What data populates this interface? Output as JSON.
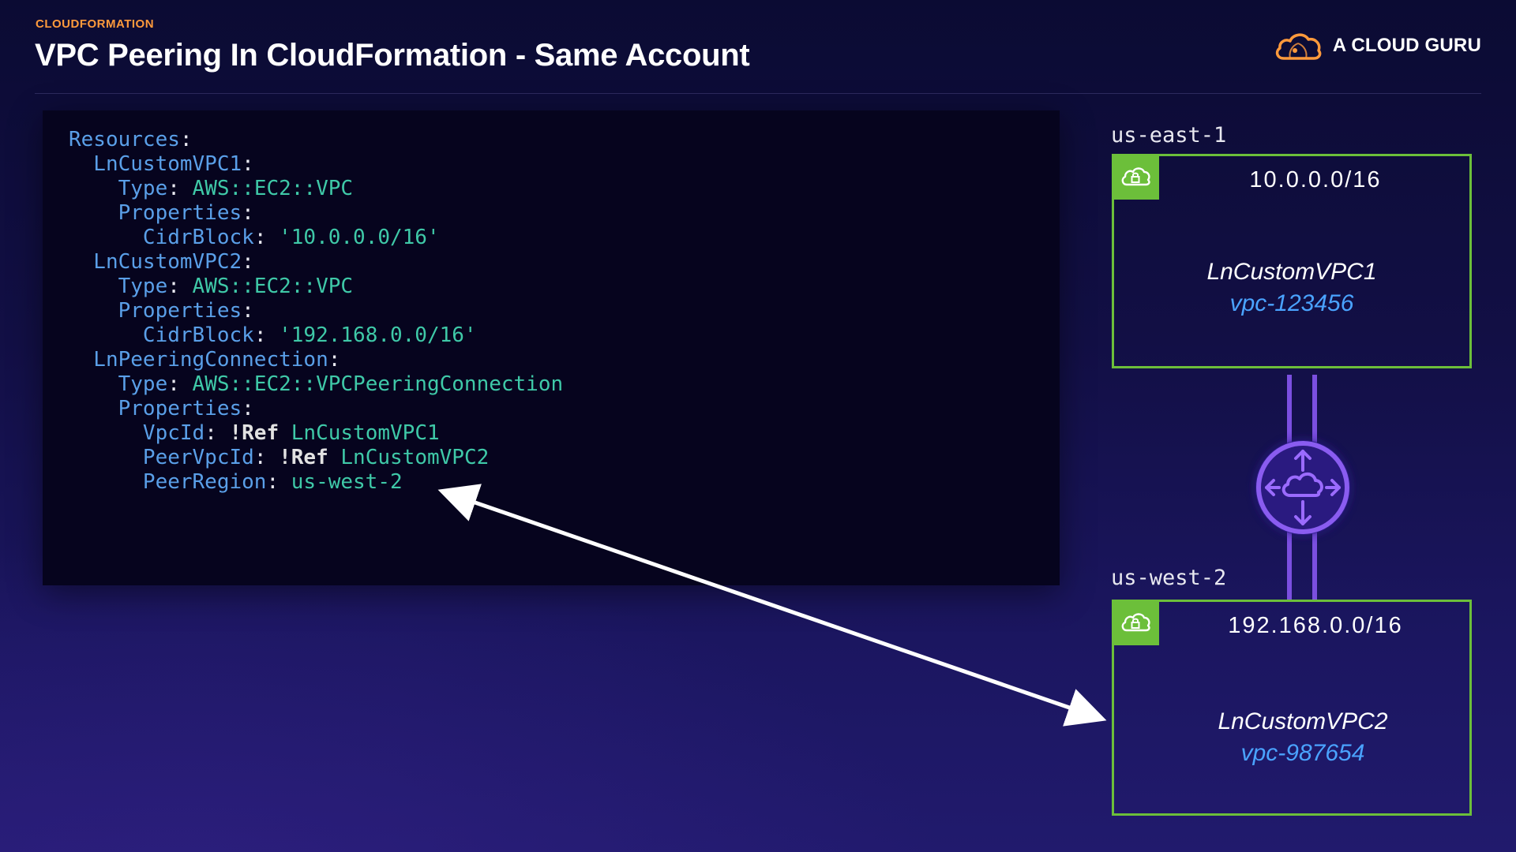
{
  "header": {
    "eyebrow": "CLOUDFORMATION",
    "title": "VPC Peering In CloudFormation - Same Account",
    "logo_text": "A CLOUD GURU",
    "logo_icon": "cloud-logo-icon"
  },
  "colors": {
    "accent_orange": "#ff9a3c",
    "vpc_green": "#6cbf3a",
    "peering_purple": "#7b4fe0",
    "yaml_key": "#5a9fe8",
    "yaml_value": "#3fc9a8",
    "vpc_id_blue": "#4aa3ff"
  },
  "code": {
    "lines": [
      [
        {
          "t": "Resources",
          "c": "k"
        },
        {
          "t": ":",
          "c": "p"
        }
      ],
      [
        {
          "t": "  LnCustomVPC1",
          "c": "k"
        },
        {
          "t": ":",
          "c": "p"
        }
      ],
      [
        {
          "t": "    Type",
          "c": "k"
        },
        {
          "t": ": ",
          "c": "p"
        },
        {
          "t": "AWS::EC2::VPC",
          "c": "v"
        }
      ],
      [
        {
          "t": "    Properties",
          "c": "k"
        },
        {
          "t": ":",
          "c": "p"
        }
      ],
      [
        {
          "t": "      CidrBlock",
          "c": "k"
        },
        {
          "t": ": ",
          "c": "p"
        },
        {
          "t": "'10.0.0.0/16'",
          "c": "v"
        }
      ],
      [
        {
          "t": "  LnCustomVPC2",
          "c": "k"
        },
        {
          "t": ":",
          "c": "p"
        }
      ],
      [
        {
          "t": "    Type",
          "c": "k"
        },
        {
          "t": ": ",
          "c": "p"
        },
        {
          "t": "AWS::EC2::VPC",
          "c": "v"
        }
      ],
      [
        {
          "t": "    Properties",
          "c": "k"
        },
        {
          "t": ":",
          "c": "p"
        }
      ],
      [
        {
          "t": "      CidrBlock",
          "c": "k"
        },
        {
          "t": ": ",
          "c": "p"
        },
        {
          "t": "'192.168.0.0/16'",
          "c": "v"
        }
      ],
      [
        {
          "t": "  LnPeeringConnection",
          "c": "k"
        },
        {
          "t": ":",
          "c": "p"
        }
      ],
      [
        {
          "t": "    Type",
          "c": "k"
        },
        {
          "t": ": ",
          "c": "p"
        },
        {
          "t": "AWS::EC2::VPCPeeringConnection",
          "c": "v"
        }
      ],
      [
        {
          "t": "    Properties",
          "c": "k"
        },
        {
          "t": ":",
          "c": "p"
        }
      ],
      [
        {
          "t": "      VpcId",
          "c": "k"
        },
        {
          "t": ": ",
          "c": "p"
        },
        {
          "t": "!Ref",
          "c": "t"
        },
        {
          "t": " ",
          "c": "p"
        },
        {
          "t": "LnCustomVPC1",
          "c": "v"
        }
      ],
      [
        {
          "t": "      PeerVpcId",
          "c": "k"
        },
        {
          "t": ": ",
          "c": "p"
        },
        {
          "t": "!Ref",
          "c": "t"
        },
        {
          "t": " ",
          "c": "p"
        },
        {
          "t": "LnCustomVPC2",
          "c": "v"
        }
      ],
      [
        {
          "t": "      PeerRegion",
          "c": "k"
        },
        {
          "t": ": ",
          "c": "p"
        },
        {
          "t": "us-west-2",
          "c": "v"
        }
      ]
    ]
  },
  "diagram": {
    "region_east": "us-east-1",
    "region_west": "us-west-2",
    "vpc1": {
      "cidr": "10.0.0.0/16",
      "name": "LnCustomVPC1",
      "id": "vpc-123456",
      "badge_icon": "vpc-cloud-lock-icon"
    },
    "vpc2": {
      "cidr": "192.168.0.0/16",
      "name": "LnCustomVPC2",
      "id": "vpc-987654",
      "badge_icon": "vpc-cloud-lock-icon"
    },
    "peering_icon": "peering-router-icon",
    "arrow": "double-headed-arrow"
  }
}
